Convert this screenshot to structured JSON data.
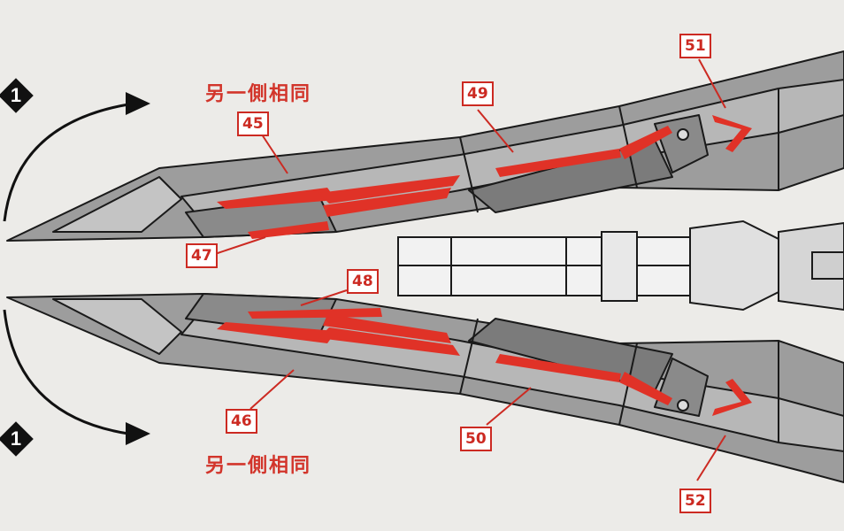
{
  "steps": {
    "top": "1",
    "bottom": "1"
  },
  "notes": {
    "top": "另一側相同",
    "bottom": "另一側相同"
  },
  "callouts": [
    "45",
    "46",
    "47",
    "48",
    "49",
    "50",
    "51",
    "52"
  ],
  "colors": {
    "accent": "#cc2a22",
    "line": "#1a1a1a",
    "blade": "#9a9a9a",
    "blade_dark": "#6f6f6f",
    "paper": "#ecebe8"
  }
}
